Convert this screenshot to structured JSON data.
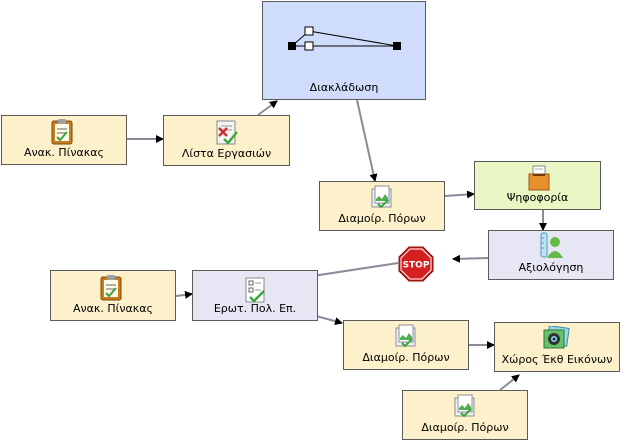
{
  "colors": {
    "activity_fill": "#fdf1cc",
    "branch_fill": "#cfdcfb",
    "gate_fill": "#e6e6f4",
    "vote_fill": "#e8f7c3",
    "edge": "#8a8a99",
    "stop_red": "#d31f1f"
  },
  "nodes": {
    "branching": {
      "label": "Διακλάδωση",
      "icon": "branching-icon"
    },
    "noticeboard_left": {
      "label": "Ανακ. Πίνακας",
      "icon": "noticeboard-icon"
    },
    "task_list": {
      "label": "Λίστα Εργασιών",
      "icon": "task-list-icon"
    },
    "share_resources_1": {
      "label": "Διαμοίρ. Πόρων",
      "icon": "share-resources-icon"
    },
    "voting": {
      "label": "Ψηφοφορία",
      "icon": "voting-icon"
    },
    "assessment": {
      "label": "Αξιολόγηση",
      "icon": "assessment-icon"
    },
    "stop": {
      "label": "STOP",
      "icon": "stop-sign-icon"
    },
    "noticeboard_2": {
      "label": "Ανακ. Πίνακας",
      "icon": "noticeboard-icon"
    },
    "multiple_choice": {
      "label": "Ερωτ. Πολ. Επ.",
      "icon": "multiple-choice-icon"
    },
    "share_resources_2": {
      "label": "Διαμοίρ. Πόρων",
      "icon": "share-resources-icon"
    },
    "image_gallery": {
      "label": "Χώρος Έκθ Εικόνων",
      "icon": "image-gallery-icon"
    },
    "share_resources_3": {
      "label": "Διαμοίρ. Πόρων",
      "icon": "share-resources-icon"
    }
  }
}
